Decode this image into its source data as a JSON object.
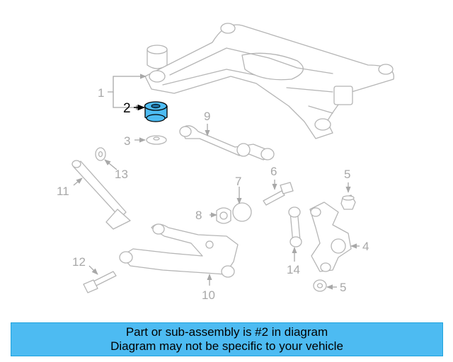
{
  "highlight_color": "#4dbbf2",
  "callouts": {
    "c1": "1",
    "c2": "2",
    "c3": "3",
    "c4": "4",
    "c5a": "5",
    "c5b": "5",
    "c6": "6",
    "c7": "7",
    "c8": "8",
    "c9": "9",
    "c10": "10",
    "c11": "11",
    "c12": "12",
    "c13": "13",
    "c14": "14"
  },
  "caption": {
    "line1": "Part or sub-assembly is #2 in diagram",
    "line2": "Diagram may not be specific to your vehicle"
  }
}
